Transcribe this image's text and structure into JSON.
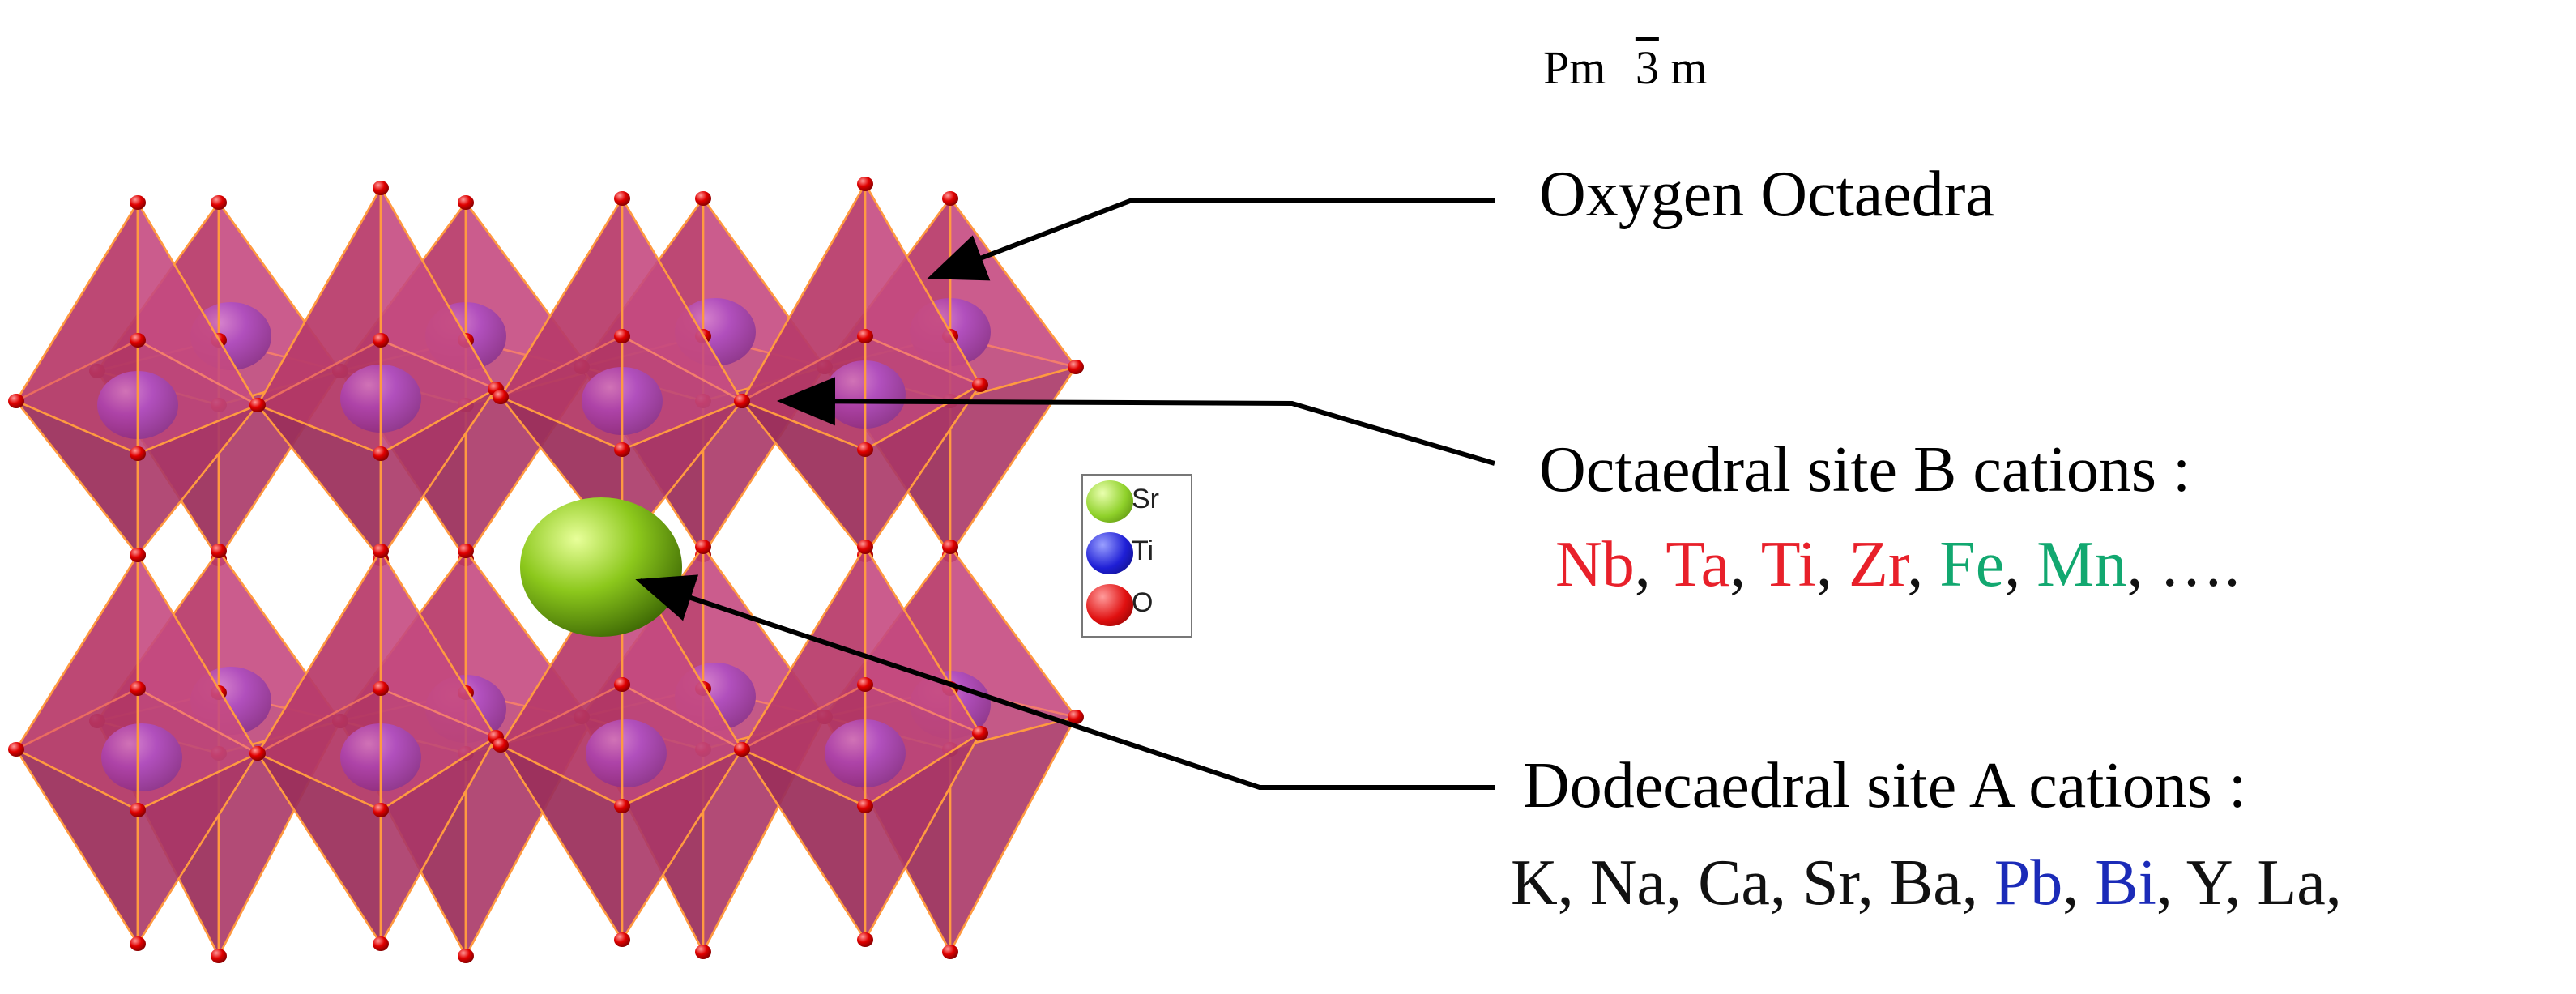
{
  "space_group": {
    "prefix": "Pm",
    "overlined": "3",
    "suffix": "m"
  },
  "labels": {
    "oxygen": "Oxygen Octaedra",
    "site_b_title": "Octaedral site B cations :",
    "site_a_title": "Dodecaedral site A cations :"
  },
  "b_cations": [
    {
      "name": "Nb",
      "color": "#e8202a"
    },
    {
      "name": "Ta",
      "color": "#e8202a"
    },
    {
      "name": "Ti",
      "color": "#e8202a"
    },
    {
      "name": "Zr",
      "color": "#e8202a"
    },
    {
      "name": "Fe",
      "color": "#12a870"
    },
    {
      "name": "Mn",
      "color": "#12a870"
    }
  ],
  "b_trailing": "….",
  "a_cations": [
    {
      "name": "K",
      "color": "#111111"
    },
    {
      "name": "Na",
      "color": "#111111"
    },
    {
      "name": "Ca",
      "color": "#111111"
    },
    {
      "name": "Sr",
      "color": "#111111"
    },
    {
      "name": "Ba",
      "color": "#111111"
    },
    {
      "name": "Pb",
      "color": "#1b2bb8"
    },
    {
      "name": "Bi",
      "color": "#1b2bb8"
    },
    {
      "name": "Y",
      "color": "#111111"
    },
    {
      "name": "La",
      "color": "#111111"
    }
  ],
  "legend": [
    {
      "label": "Sr",
      "color": "#8fd12a"
    },
    {
      "label": "Ti",
      "color": "#1f1fd6"
    },
    {
      "label": "O",
      "color": "#e01010"
    }
  ],
  "colors": {
    "octahedron_face": "#d9477a",
    "octahedron_edge": "#ff9a40",
    "b_site_atom": "#6a2fd0",
    "a_site_atom": "#86c41c",
    "oxygen_atom": "#e00000"
  }
}
